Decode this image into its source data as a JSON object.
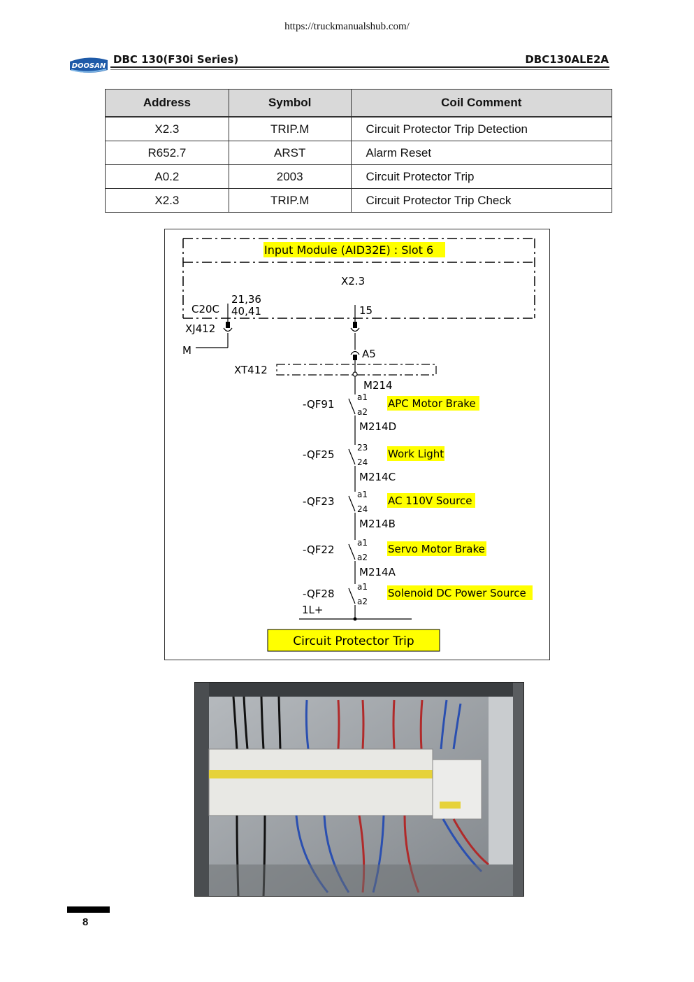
{
  "url": "https://truckmanualshub.com/",
  "header": {
    "logo_text": "DOOSAN",
    "title": "DBC 130(F30i Series)",
    "code": "DBC130ALE2A"
  },
  "table": {
    "columns": [
      "Address",
      "Symbol",
      "Coil Comment"
    ],
    "rows": [
      [
        "X2.3",
        "TRIP.M",
        "Circuit Protector Trip Detection"
      ],
      [
        "R652.7",
        "ARST",
        "Alarm Reset"
      ],
      [
        "A0.2",
        "2003",
        "Circuit Protector Trip"
      ],
      [
        "X2.3",
        "TRIP.M",
        "Circuit Protector Trip Check"
      ]
    ]
  },
  "diagram": {
    "module_title": "Input Module (AID32E) : Slot 6",
    "address": "X2.3",
    "pins_left": "21,36",
    "pins_left2": "40,41",
    "c20c": "C20C",
    "xj412": "XJ412",
    "m": "M",
    "pin15": "15",
    "a5": "A5",
    "xt412": "XT412",
    "wire_m214": "M214",
    "breakers": [
      {
        "name": "-QF91",
        "top": "a1",
        "bottom": "a2",
        "label": "APC Motor Brake",
        "wire": "M214D"
      },
      {
        "name": "-QF25",
        "top": "23",
        "bottom": "24",
        "label": "Work Light",
        "wire": "M214C"
      },
      {
        "name": "-QF23",
        "top": "a1",
        "bottom": "24",
        "label": "AC 110V Source",
        "wire": "M214B"
      },
      {
        "name": "-QF22",
        "top": "a1",
        "bottom": "a2",
        "label": "Servo Motor Brake",
        "wire": "M214A"
      },
      {
        "name": "-QF28",
        "top": "a1",
        "bottom": "a2",
        "label": "Solenoid DC Power Source",
        "wire": ""
      }
    ],
    "supply": "1L+",
    "caption": "Circuit Protector Trip"
  },
  "colors": {
    "highlight": "#ffff00",
    "header_bg": "#d9d9d9",
    "logo_blue": "#1e5aa8"
  },
  "footer": {
    "page_number": "8"
  }
}
